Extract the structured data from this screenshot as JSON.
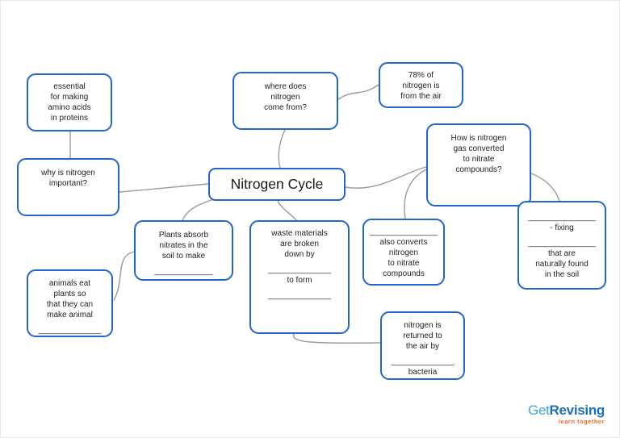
{
  "title": "Nitrogen Cycle mind map",
  "colors": {
    "node_border": "#2066cf",
    "connector": "#9a9a9a",
    "text": "#222222",
    "logo_get": "#41a4dc",
    "logo_revising": "#1c6fba",
    "logo_tagline": "#f26a21"
  },
  "boxes": {
    "center": {
      "label": "Nitrogen Cycle"
    },
    "essential": {
      "lines": [
        "essential",
        "for making",
        "amino acids",
        "in proteins"
      ]
    },
    "why": {
      "lines": [
        "why is nitrogen",
        "important?"
      ]
    },
    "where": {
      "lines": [
        "where does",
        "nitrogen",
        "come from?"
      ]
    },
    "air78": {
      "lines": [
        "78% of",
        "nitrogen is",
        "from the air"
      ]
    },
    "how": {
      "lines": [
        "How is nitrogen",
        "gas converted",
        "to nitrate",
        "compounds?"
      ]
    },
    "fixing": {
      "lines": [
        "_______________",
        "- fixing",
        "",
        "_______________",
        "that are",
        "naturally found",
        "in the soil"
      ]
    },
    "also": {
      "lines": [
        "_______________",
        "also converts",
        "nitrogen",
        "to nitrate",
        "compounds"
      ]
    },
    "waste": {
      "lines": [
        "waste materials",
        "are broken",
        "down by",
        "",
        "______________",
        "to form",
        "",
        "______________"
      ]
    },
    "plants": {
      "lines": [
        "Plants absorb",
        "nitrates in the",
        "soil to make",
        "",
        "_____________"
      ]
    },
    "animals": {
      "lines": [
        "animals eat",
        "plants so",
        "that they can",
        "make animal",
        "",
        "______________"
      ]
    },
    "returned": {
      "lines": [
        "nitrogen is",
        "returned to",
        "the air by",
        "",
        "______________",
        "bacteria"
      ]
    }
  },
  "logo": {
    "part1": "Get",
    "part2": "Revising",
    "tagline": "learn together"
  }
}
